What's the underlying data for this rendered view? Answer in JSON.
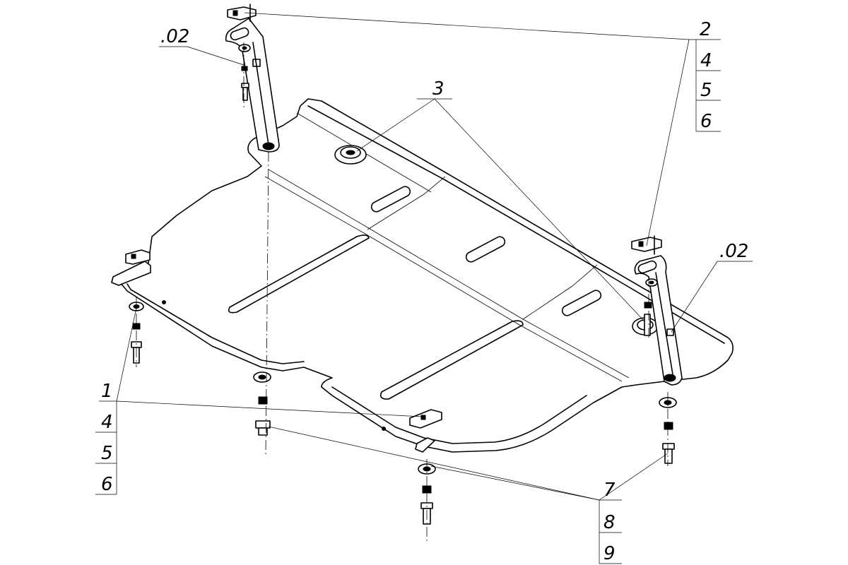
{
  "callouts": {
    "part_02_top": ".02",
    "part_02_right": ".02",
    "group_top_right": [
      "2",
      "4",
      "5",
      "6"
    ],
    "part_3": "3",
    "group_bottom_left": [
      "1",
      "4",
      "5",
      "6"
    ],
    "group_bottom_right": [
      "7",
      "8",
      "9"
    ]
  }
}
